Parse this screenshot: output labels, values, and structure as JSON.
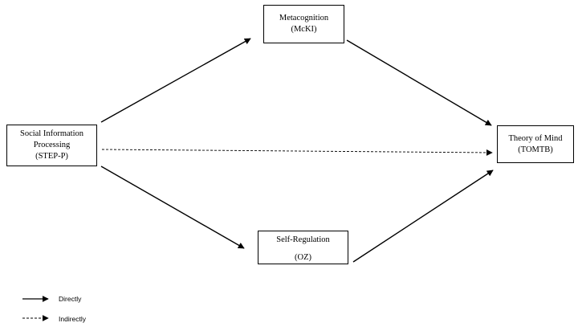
{
  "nodes": {
    "metacognition": {
      "line1": "Metacognition",
      "line2": "(McKI)"
    },
    "social_info": {
      "line1": "Social Information",
      "line2": "Processing",
      "line3": "(STEP-P)"
    },
    "theory_of_mind": {
      "line1": "Theory of Mind",
      "line2": "(TOMTB)"
    },
    "self_regulation": {
      "line1": "Self-Regulation",
      "line2": "(OZ)"
    }
  },
  "edges": [
    {
      "from": "social_info",
      "to": "metacognition",
      "style": "solid"
    },
    {
      "from": "metacognition",
      "to": "theory_of_mind",
      "style": "solid"
    },
    {
      "from": "social_info",
      "to": "self_regulation",
      "style": "solid"
    },
    {
      "from": "self_regulation",
      "to": "theory_of_mind",
      "style": "solid"
    },
    {
      "from": "social_info",
      "to": "theory_of_mind",
      "style": "dashed"
    }
  ],
  "legend": {
    "directly": "Directly",
    "indirectly": "Indirectly"
  },
  "colors": {
    "line": "#000000",
    "background": "#ffffff"
  }
}
